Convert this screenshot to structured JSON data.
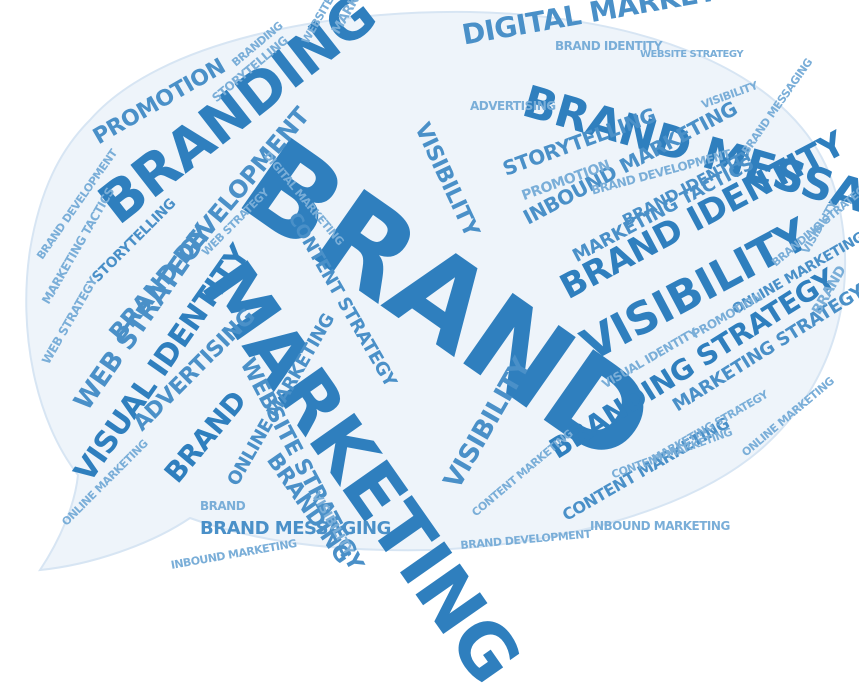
{
  "colors": {
    "primary": "#2f7fbe",
    "medium": "#4a90c8",
    "light": "#7aaed8",
    "bubble": "#eef4fa",
    "background": "#ffffff"
  },
  "words": [
    {
      "text": "BRAND",
      "tone": "primary"
    },
    {
      "text": "MARKETING",
      "tone": "primary"
    },
    {
      "text": "BRANDING",
      "tone": "primary"
    },
    {
      "text": "BRAND MESSAGING",
      "tone": "primary"
    },
    {
      "text": "DIGITAL MARKETING",
      "tone": "medium"
    },
    {
      "text": "VISIBILITY",
      "tone": "primary"
    },
    {
      "text": "BRAND IDENTITY",
      "tone": "primary"
    },
    {
      "text": "BRANDING STRATEGY",
      "tone": "primary"
    },
    {
      "text": "VISUAL IDENTITY",
      "tone": "primary"
    },
    {
      "text": "BRAND DEVELOPMENT",
      "tone": "medium"
    },
    {
      "text": "WEB STRATEGY",
      "tone": "medium"
    },
    {
      "text": "ADVERTISING",
      "tone": "medium"
    },
    {
      "text": "WEBSITE STRATEGY",
      "tone": "medium"
    },
    {
      "text": "CONTENT STRATEGY",
      "tone": "medium"
    },
    {
      "text": "STORYTELLING",
      "tone": "medium"
    },
    {
      "text": "PROMOTION",
      "tone": "medium"
    },
    {
      "text": "INBOUND MARKETING",
      "tone": "medium"
    },
    {
      "text": "MARKETING TACTICS",
      "tone": "medium"
    },
    {
      "text": "ONLINE MARKETING",
      "tone": "medium"
    },
    {
      "text": "CONTENT MARKETING",
      "tone": "medium"
    },
    {
      "text": "BRAND MESSAGING",
      "tone": "medium"
    },
    {
      "text": "BRANDING",
      "tone": "medium"
    },
    {
      "text": "VISIBILITY",
      "tone": "medium"
    },
    {
      "text": "BRAND",
      "tone": "primary"
    },
    {
      "text": "MARKETING STRATEGY",
      "tone": "medium"
    },
    {
      "text": "BRAND IDENTITY",
      "tone": "medium"
    },
    {
      "text": "ONLINE MARKETING",
      "tone": "medium"
    },
    {
      "text": "BRAND DEVELOPMENT",
      "tone": "light"
    },
    {
      "text": "VISIBILITY",
      "tone": "medium"
    },
    {
      "text": "STORYTELLING",
      "tone": "medium"
    },
    {
      "text": "PROMOTION",
      "tone": "light"
    },
    {
      "text": "ADVERTISING",
      "tone": "light"
    },
    {
      "text": "WEB STRATEGY",
      "tone": "light"
    },
    {
      "text": "BRAND IDENTITY",
      "tone": "light"
    },
    {
      "text": "DIGITAL MARKETING",
      "tone": "light"
    },
    {
      "text": "CONTENT MARKETING",
      "tone": "light"
    },
    {
      "text": "WEBSITE STRATEGY",
      "tone": "light"
    },
    {
      "text": "INBOUND MARKETING",
      "tone": "light"
    },
    {
      "text": "BRAND MESSAGING",
      "tone": "light"
    },
    {
      "text": "VISUAL IDENTITY",
      "tone": "light"
    },
    {
      "text": "ONLINE MARKETING",
      "tone": "light"
    },
    {
      "text": "STORYTELLING",
      "tone": "light"
    },
    {
      "text": "BRANDING",
      "tone": "light"
    },
    {
      "text": "VISIBILITY",
      "tone": "light"
    },
    {
      "text": "MARKETING TACTICS",
      "tone": "light"
    },
    {
      "text": "WEB STRATEGY",
      "tone": "light"
    },
    {
      "text": "BRAND DEVELOPMENT",
      "tone": "light"
    },
    {
      "text": "BRANDING STRATEGY",
      "tone": "light"
    },
    {
      "text": "PROMOTION",
      "tone": "light"
    },
    {
      "text": "VISIBILITY",
      "tone": "light"
    },
    {
      "text": "ONLINE MARKETING",
      "tone": "light"
    },
    {
      "text": "BRAND DEVELOPMENT",
      "tone": "light"
    },
    {
      "text": "MARKETING STRATEGY",
      "tone": "light"
    },
    {
      "text": "CONTENT MARKETING",
      "tone": "light"
    },
    {
      "text": "INBOUND MARKETING",
      "tone": "light"
    },
    {
      "text": "WEBSITE STRATEGY",
      "tone": "light"
    },
    {
      "text": "MARKETING",
      "tone": "light"
    },
    {
      "text": "BRAND",
      "tone": "light"
    },
    {
      "text": "BRAND",
      "tone": "light"
    },
    {
      "text": "VISIBILITY",
      "tone": "light"
    }
  ]
}
